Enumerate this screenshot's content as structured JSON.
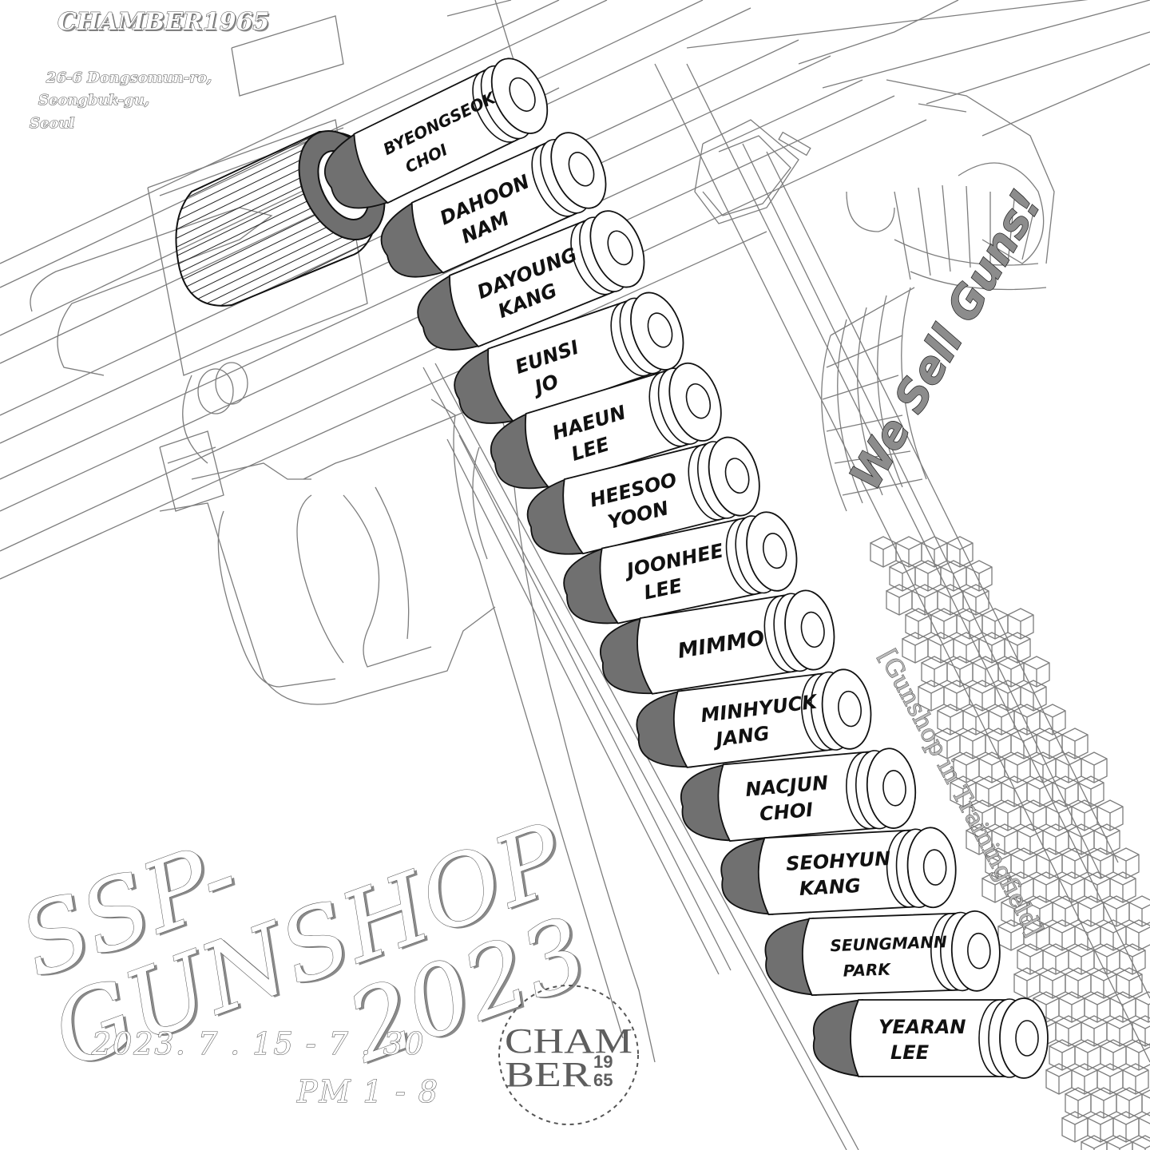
{
  "venue": {
    "name": "CHAMBER1965",
    "address_lines": [
      "26-6 Dongsomun-ro,",
      "Seongbuk-gu,",
      "Seoul"
    ]
  },
  "event": {
    "title_line1": "SSP-",
    "title_line2": "GUNSHOP",
    "title_line3": "2023",
    "dates": "2023. 7 . 15 - 7 . 30",
    "hours": "PM 1 - 8",
    "tagline": "We Sell Guns!",
    "subtitle": "[Gunshop in Trainingfield]"
  },
  "logo": {
    "line1": "CHAM",
    "line2": "BER",
    "year_top": "19",
    "year_bottom": "65"
  },
  "artists": [
    {
      "line1": "BYEONGSEOK",
      "line2": "CHOI"
    },
    {
      "line1": "DAHOON",
      "line2": "NAM"
    },
    {
      "line1": "DAYOUNG",
      "line2": "KANG"
    },
    {
      "line1": "EUNSI",
      "line2": "JO"
    },
    {
      "line1": "HAEUN",
      "line2": "LEE"
    },
    {
      "line1": "HEESOO",
      "line2": "YOON"
    },
    {
      "line1": "JOONHEE",
      "line2": "LEE"
    },
    {
      "line1": "MIMMO",
      "line2": ""
    },
    {
      "line1": "MINHYUCK",
      "line2": "JANG"
    },
    {
      "line1": "NACJUN",
      "line2": "CHOI"
    },
    {
      "line1": "SEOHYUN",
      "line2": "KANG"
    },
    {
      "line1": "SEUNGMANN",
      "line2": "PARK"
    },
    {
      "line1": "YEARAN",
      "line2": "LEE"
    }
  ],
  "colors": {
    "background": "#ffffff",
    "wireframe": "#7d7d7d",
    "bullet_tip": "#707070",
    "tagline_fill": "#8c8c8c",
    "logo_text": "#5e5e5e"
  }
}
